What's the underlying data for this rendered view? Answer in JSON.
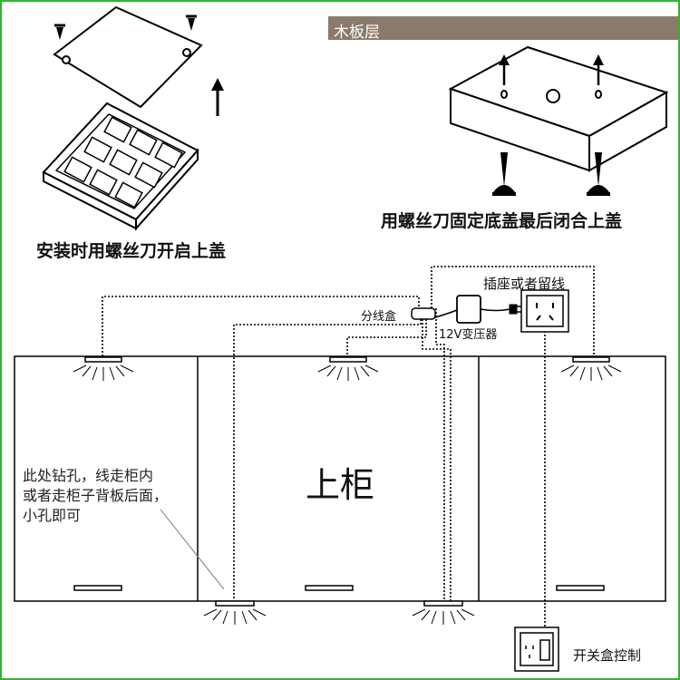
{
  "top_left": {
    "caption": "安装时用螺丝刀开启上盖"
  },
  "top_right": {
    "header": "木板层",
    "caption": "用螺丝刀固定底盖最后闭合上盖"
  },
  "wiring": {
    "junction_box": "分线盒",
    "transformer": "12V变压器",
    "socket": "插座或者留线",
    "switch_box": "开关盒控制"
  },
  "cabinet": {
    "title": "上柜",
    "note_line1": "此处钻孔，线走柜内",
    "note_line2": "或者走柜子背板后面，",
    "note_line3": "小孔即可"
  },
  "colors": {
    "header_bg": "#8b7a6b",
    "line": "#000000",
    "frame_border": "#2fb52f"
  }
}
